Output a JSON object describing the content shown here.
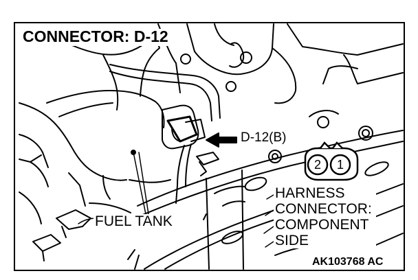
{
  "title": "CONNECTOR: D-12",
  "connector_callout": "D-12(B)",
  "fuel_tank_label": "FUEL TANK",
  "harness_label_lines": [
    "HARNESS",
    "CONNECTOR:",
    "COMPONENT",
    "SIDE"
  ],
  "pins": [
    "2",
    "1"
  ],
  "figure_id": "AK103768 AC",
  "colors": {
    "line": "#000000",
    "background": "#ffffff"
  },
  "icons": [
    "arrow-left-icon",
    "harness-connector-icon"
  ]
}
